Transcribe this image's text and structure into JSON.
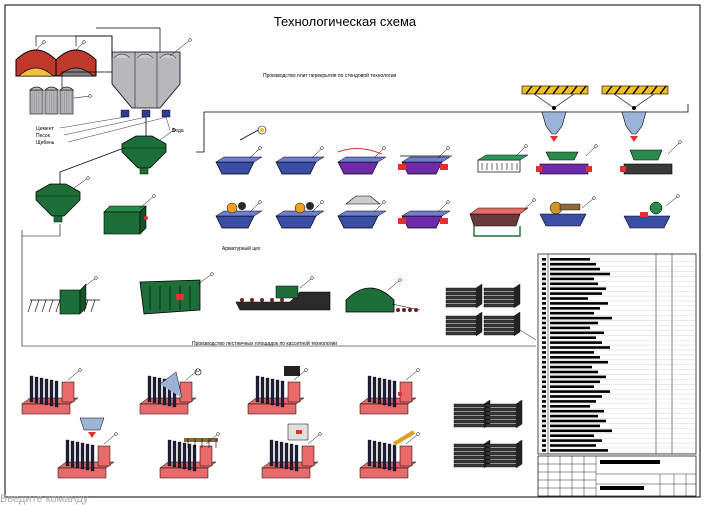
{
  "sheet": {
    "title": "Технологическая схема",
    "sections": {
      "slabs": "Производство плит перекрытия по стендовой технологии",
      "rebar": "Арматурный цех",
      "stairs": "Производство лестничных площадок по кассетной технологии"
    },
    "materials": {
      "cement": "Цемент",
      "sand": "Песок",
      "gravel": "Щебень",
      "water": "Вода"
    }
  },
  "command_line": "Введите команду",
  "colors": {
    "blue": "#3b4ea6",
    "purple": "#6e2aa8",
    "green": "#1e6e3a",
    "red": "#e03030",
    "silo": "#b8b8bc",
    "hopper": "#9bb3d6",
    "crane": "#f0c020",
    "dark": "#3a3a3a",
    "pink": "#e86a6a"
  }
}
